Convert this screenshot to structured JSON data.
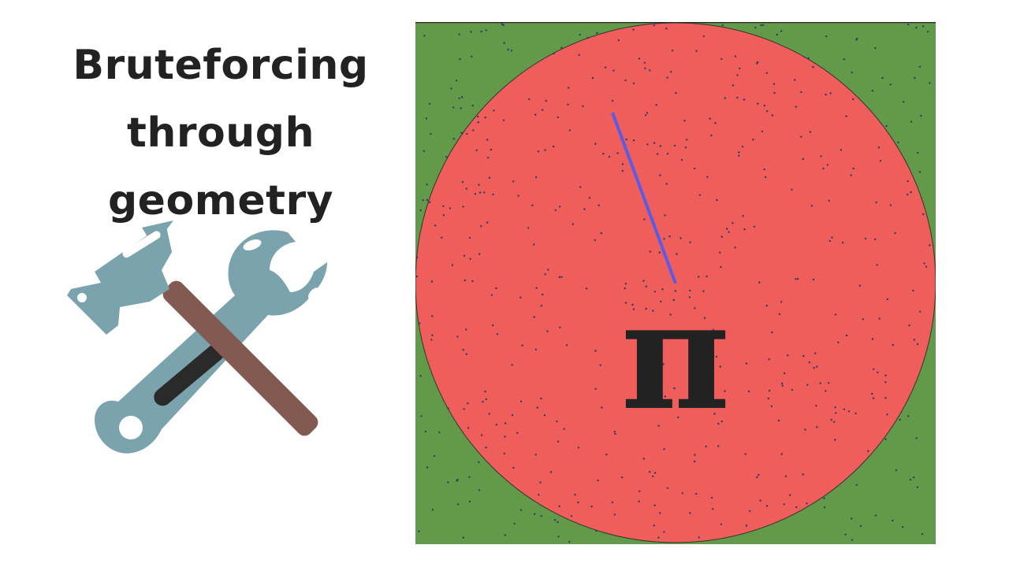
{
  "title": {
    "line1": "Bruteforcing",
    "line2": "through geometry"
  },
  "illustration": {
    "tools_icon": "hammer-and-wrench-icon"
  },
  "figure": {
    "symbol": "π",
    "colors": {
      "square": "#629a4a",
      "circle": "#f05e5b",
      "radius_line": "#5b5be6",
      "dots": "#2a3a6a",
      "symbol": "#222222"
    }
  }
}
